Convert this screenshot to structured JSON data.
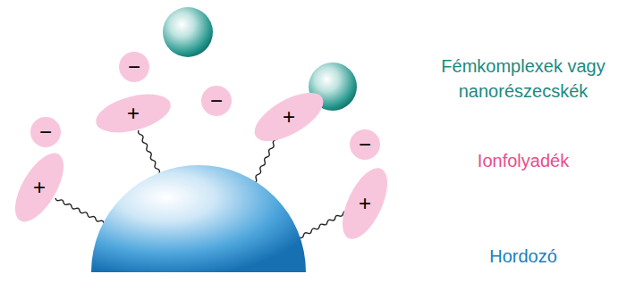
{
  "diagram": {
    "nodes": [
      {
        "text": [
          "−"
        ]
      },
      {
        "text": [
          "−"
        ]
      },
      {
        "text": [
          "+"
        ]
      },
      {
        "text": [
          "+"
        ]
      },
      {
        "text": [
          "−"
        ]
      },
      {
        "text": [
          "−"
        ]
      },
      {
        "text": [
          "+"
        ]
      },
      {
        "text": [
          "+"
        ]
      }
    ],
    "labels": [
      "Fémkomplexek vagy nanorészecskék",
      "Ionfolyadék",
      "Hordozó"
    ]
  }
}
